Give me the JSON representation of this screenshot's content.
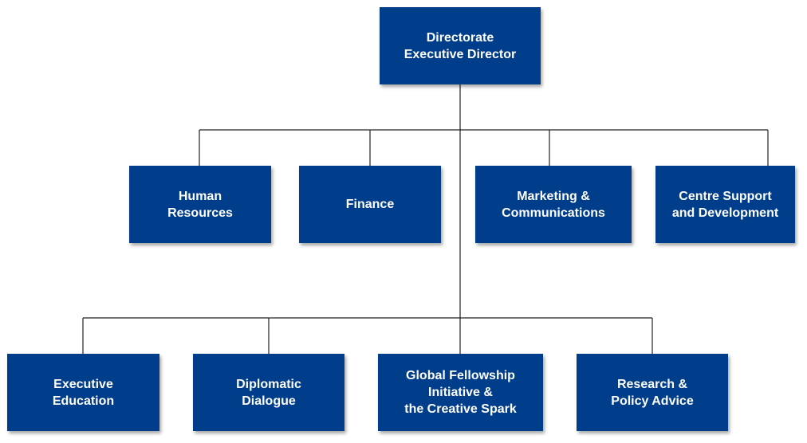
{
  "colors": {
    "box_fill": "#003d8a",
    "box_text": "#ffffff",
    "connector": "#222222"
  },
  "root": {
    "label": "Directorate\nExecutive Director"
  },
  "tier1": [
    {
      "label": "Human\nResources"
    },
    {
      "label": "Finance"
    },
    {
      "label": "Marketing &\nCommunications"
    },
    {
      "label": "Centre Support\nand Development"
    }
  ],
  "tier2": [
    {
      "label": "Executive\nEducation"
    },
    {
      "label": "Diplomatic\nDialogue"
    },
    {
      "label": "Global Fellowship\nInitiative &\nthe Creative Spark"
    },
    {
      "label": "Research &\nPolicy Advice"
    }
  ]
}
